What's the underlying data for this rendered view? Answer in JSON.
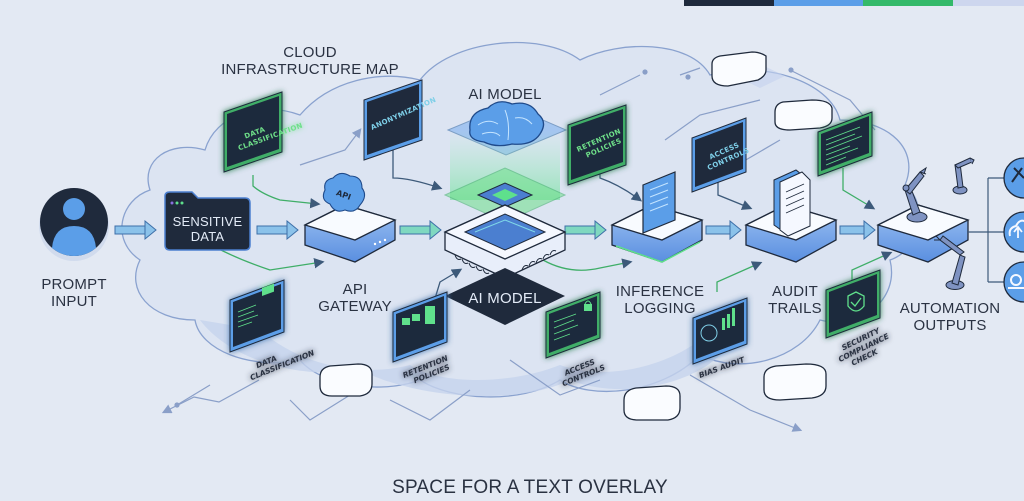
{
  "top_bar": {
    "colors": [
      "#1f2a3c",
      "#5b9ee8",
      "#34b96a",
      "#cdd6ee"
    ]
  },
  "title": {
    "line1": "CLOUD",
    "line2": "INFRASTRUCTURE MAP"
  },
  "ai_model_top_label": "AI MODEL",
  "pipeline": [
    {
      "id": "prompt-input",
      "line1": "PROMPT",
      "line2": "INPUT",
      "icon": "user-avatar-icon"
    },
    {
      "id": "sensitive-data",
      "line1": "SENSITIVE",
      "line2": "DATA",
      "icon": "folder-icon"
    },
    {
      "id": "api-gateway",
      "line1": "API",
      "line2": "GATEWAY",
      "icon": "api-cloud-icon",
      "badge": "API"
    },
    {
      "id": "ai-model",
      "line1": "AI MODEL",
      "line2": "",
      "icon": "chip-brain-icon"
    },
    {
      "id": "inference-logging",
      "line1": "INFERENCE",
      "line2": "LOGGING",
      "icon": "log-document-icon"
    },
    {
      "id": "audit-trails",
      "line1": "AUDIT",
      "line2": "TRAILS",
      "icon": "document-stack-icon"
    },
    {
      "id": "automation-outputs",
      "line1": "AUTOMATION",
      "line2": "OUTPUTS",
      "icon": "robot-arm-icon"
    }
  ],
  "panels_top": [
    {
      "line1": "DATA",
      "line2": "CLASSIFICATION",
      "tone": "green"
    },
    {
      "line1": "ANONYMIZATION",
      "line2": "",
      "tone": "blue"
    },
    {
      "line1": "RETENTION",
      "line2": "POLICIES",
      "tone": "green"
    },
    {
      "line1": "ACCESS",
      "line2": "CONTROLS",
      "tone": "blue"
    },
    {
      "line1": "",
      "line2": "",
      "tone": "green",
      "content": "code-lines"
    }
  ],
  "panels_bottom": [
    {
      "caption1": "DATA",
      "caption2": "CLASSIFICATION",
      "tone": "blue"
    },
    {
      "caption1": "RETENTION",
      "caption2": "POLICIES",
      "tone": "blue"
    },
    {
      "caption1": "ACCESS",
      "caption2": "CONTROLS",
      "tone": "green"
    },
    {
      "caption1": "BIAS AUDIT",
      "caption2": "",
      "tone": "blue"
    },
    {
      "caption1": "SECURITY",
      "caption2": "COMPLIANCE",
      "caption3": "CHECK",
      "tone": "green"
    }
  ],
  "outputs": [
    {
      "icon": "tools-icon"
    },
    {
      "icon": "cloud-upload-icon"
    },
    {
      "icon": "gear-icon"
    }
  ],
  "footer": {
    "overlay_text": "SPACE FOR A TEXT OVERLAY"
  }
}
